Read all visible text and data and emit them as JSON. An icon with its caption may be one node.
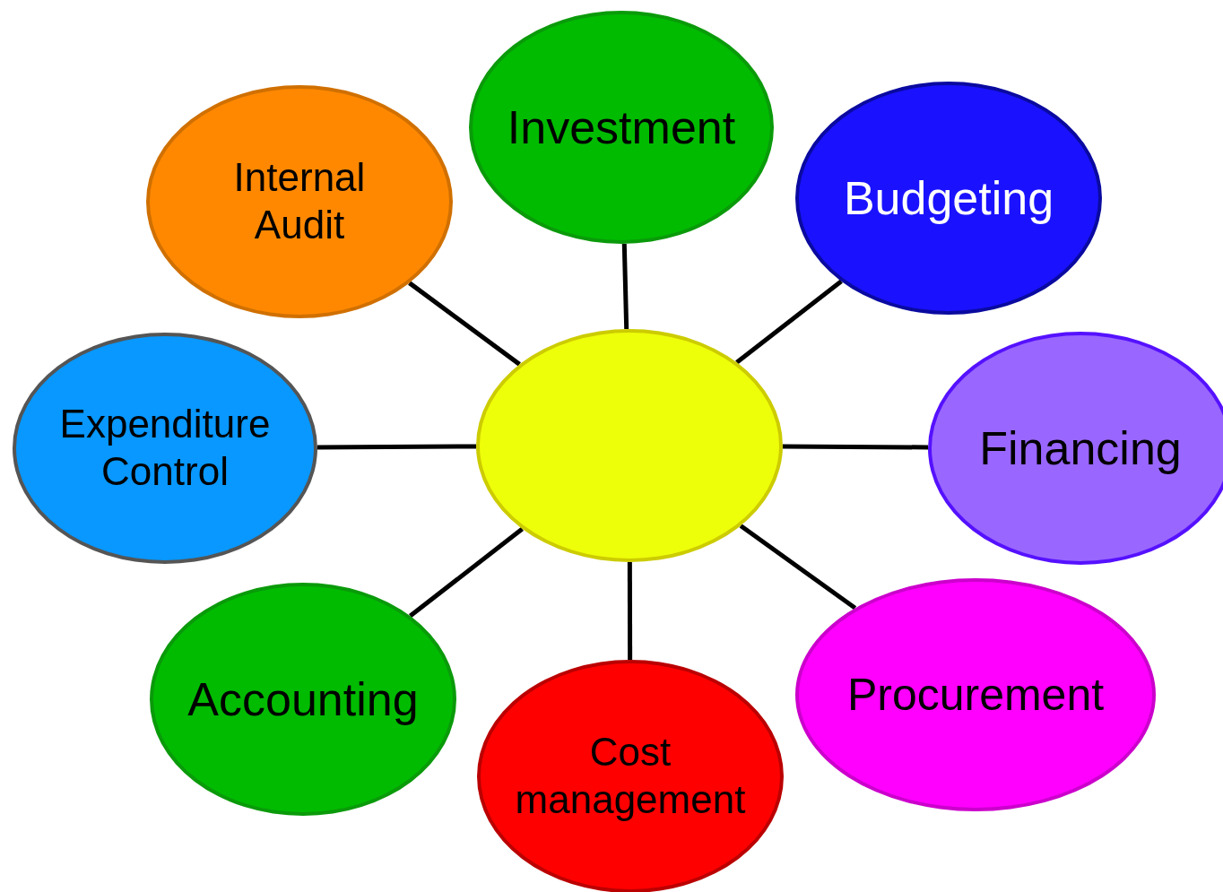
{
  "diagram": {
    "nodes": [
      {
        "text": [
          "Investment"
        ]
      },
      {
        "text": [
          "Internal Audit"
        ]
      },
      {
        "text": [
          "Budgeting"
        ]
      },
      {
        "text": [
          "Expenditure Control"
        ]
      },
      {
        "text": [],
        "shape": "circle"
      },
      {
        "text": [
          "Financing"
        ]
      },
      {
        "text": [
          "Accounting"
        ]
      },
      {
        "text": [
          "Procurement"
        ]
      },
      {
        "text": [
          "Cost management"
        ]
      }
    ],
    "edges": [
      {
        "from": 4,
        "to": 0,
        "arrow": "none"
      },
      {
        "from": 4,
        "to": 1,
        "arrow": "none"
      },
      {
        "from": 4,
        "to": 2,
        "arrow": "none"
      },
      {
        "from": 4,
        "to": 3,
        "arrow": "none"
      },
      {
        "from": 4,
        "to": 5,
        "arrow": "none"
      },
      {
        "from": 4,
        "to": 6,
        "arrow": "none"
      },
      {
        "from": 4,
        "to": 7,
        "arrow": "none"
      },
      {
        "from": 4,
        "to": 8,
        "arrow": "none"
      }
    ]
  }
}
